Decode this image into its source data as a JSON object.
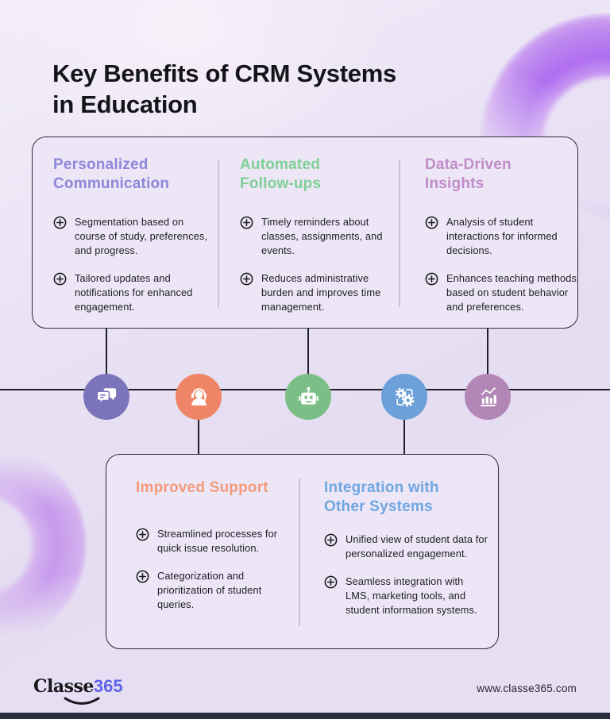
{
  "title": {
    "lines": [
      "Key Benefits of CRM Systems",
      "in Education"
    ]
  },
  "top_card": {
    "columns": [
      {
        "heading_lines": [
          "Personalized",
          "Communication"
        ],
        "heading_color": "#8d87d9",
        "items": [
          "Segmentation based on course of study, preferences, and progress.",
          "Tailored updates and notifications for enhanced engagement."
        ]
      },
      {
        "heading_lines": [
          "Automated",
          "Follow-ups"
        ],
        "heading_color": "#7fd096",
        "items": [
          "Timely reminders about classes, assignments, and events.",
          "Reduces administrative burden and improves time management."
        ]
      },
      {
        "heading_lines": [
          "Data-Driven",
          "Insights"
        ],
        "heading_color": "#c18cc7",
        "items": [
          "Analysis of student interactions for informed decisions.",
          "Enhances teaching methods based on student behavior and preferences."
        ]
      }
    ]
  },
  "bottom_card": {
    "columns": [
      {
        "heading_lines": [
          "Improved Support"
        ],
        "heading_color": "#f39b7b",
        "items": [
          "Streamlined processes for quick issue resolution.",
          "Categorization and prioritization of student queries."
        ]
      },
      {
        "heading_lines": [
          "Integration with",
          "Other Systems"
        ],
        "heading_color": "#70a7e1",
        "items": [
          "Unified view of student data for personalized engagement.",
          "Seamless integration with LMS, marketing tools, and student information systems."
        ]
      }
    ]
  },
  "icons_row": [
    {
      "name": "chat-icon",
      "color": "#7b74ba"
    },
    {
      "name": "headset-icon",
      "color": "#ee8566"
    },
    {
      "name": "robot-icon",
      "color": "#7bbf86"
    },
    {
      "name": "gears-icon",
      "color": "#6ba0d8"
    },
    {
      "name": "chart-icon",
      "color": "#b286b6"
    }
  ],
  "footer": {
    "logo_text": "Classe",
    "logo_suffix": "365",
    "logo_accent": "#5f63e8",
    "url": "www.classe365.com",
    "bar_color": "#2a2e40"
  }
}
